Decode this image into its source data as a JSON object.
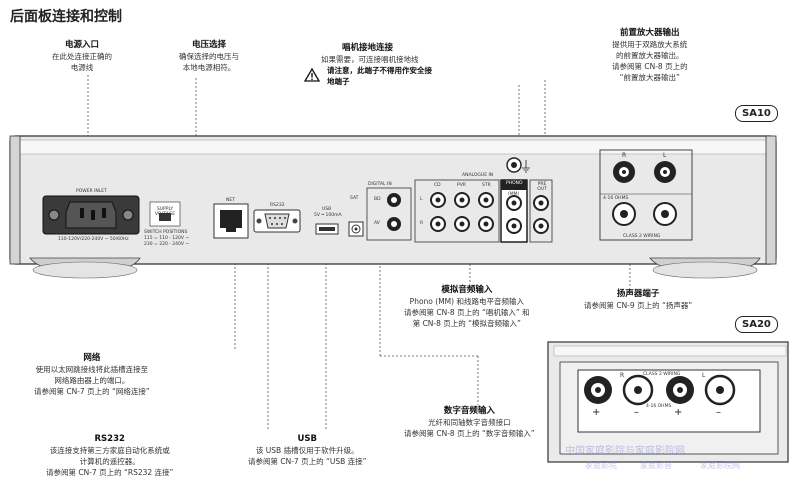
{
  "page_title": "后面板连接和控制",
  "models": {
    "top": "SA10",
    "bottom": "SA20"
  },
  "callouts": {
    "power": {
      "title": "电源入口",
      "lines": [
        "在此处连接正确的",
        "电源线"
      ]
    },
    "voltage": {
      "title": "电压选择",
      "lines": [
        "确保选择的电压与",
        "本地电源相符。"
      ]
    },
    "ground": {
      "title": "唱机接地连接",
      "lines": [
        "如果需要，可连接唱机接地线"
      ],
      "warning_lines": [
        "请注意，此端子不得用作安全接",
        "地端子"
      ]
    },
    "preout": {
      "title": "前置放大器输出",
      "lines": [
        "提供用于双路放大系统",
        "的前置放大器输出。",
        "请参阅第 CN-8 页上的",
        "“前置放大器输出”"
      ]
    },
    "network": {
      "title": "网络",
      "lines": [
        "使用以太网跳接线将此插槽连接至",
        "网络路由器上的端口。",
        "请参阅第 CN-7 页上的 “网络连接”"
      ]
    },
    "rs232": {
      "title": "RS232",
      "lines": [
        "该连接支持第三方家庭自动化系统或",
        "计算机的遥控器。",
        "请参阅第 CN-7 页上的 “RS232 连接”"
      ]
    },
    "usb": {
      "title": "USB",
      "lines": [
        "该 USB 插槽仅用于软件升级。",
        "请参阅第 CN-7 页上的 “USB 连接”"
      ]
    },
    "analogue": {
      "title": "模拟音频输入",
      "lines": [
        "Phono (MM) 和线路电平音频输入",
        "请参阅第 CN-8 页上的 “唱机输入” 和",
        "第 CN-8 页上的 “模拟音频输入”"
      ]
    },
    "digital": {
      "title": "数字音频输入",
      "lines": [
        "光纤和同轴数字音频接口",
        "请参阅第 CN-8 页上的 “数字音频输入”"
      ]
    },
    "speaker": {
      "title": "扬声器端子",
      "lines": [
        "请参阅第 CN-9 页上的 “扬声器”"
      ]
    }
  },
  "panel_labels": {
    "power_inlet": "POWER INLET",
    "power_spec": "110-120V/220-240V ~ 50/60Hz",
    "supply_voltage": "SUPPLY VOLTAGE",
    "switch_positions": "SWITCH POSITIONS",
    "switch_pos_1": "115 = 110 - 120V ~",
    "switch_pos_2": "230 = 220 - 240V ~",
    "net": "NET",
    "rs232": "RS232",
    "usb": "USB",
    "usb_spec": "5V ═ 100mA",
    "digital_in": "DIGITAL IN",
    "sat": "SAT",
    "bd": "BD",
    "av": "AV",
    "analogue_in": "ANALOGUE IN",
    "cd": "CD",
    "pvr": "PVR",
    "str": "STR",
    "phono": "PHONO",
    "phono_mm": "(MM)",
    "pre_out": "PRE OUT",
    "ch_l": "L",
    "ch_r": "R",
    "ohms": "4-16 OHMS",
    "class2": "CLASS 2 WIRING"
  },
  "watermark": [
    "中国家庭影院与家庭影院网",
    "家庭影院",
    "家庭影音",
    "家庭影院网"
  ]
}
